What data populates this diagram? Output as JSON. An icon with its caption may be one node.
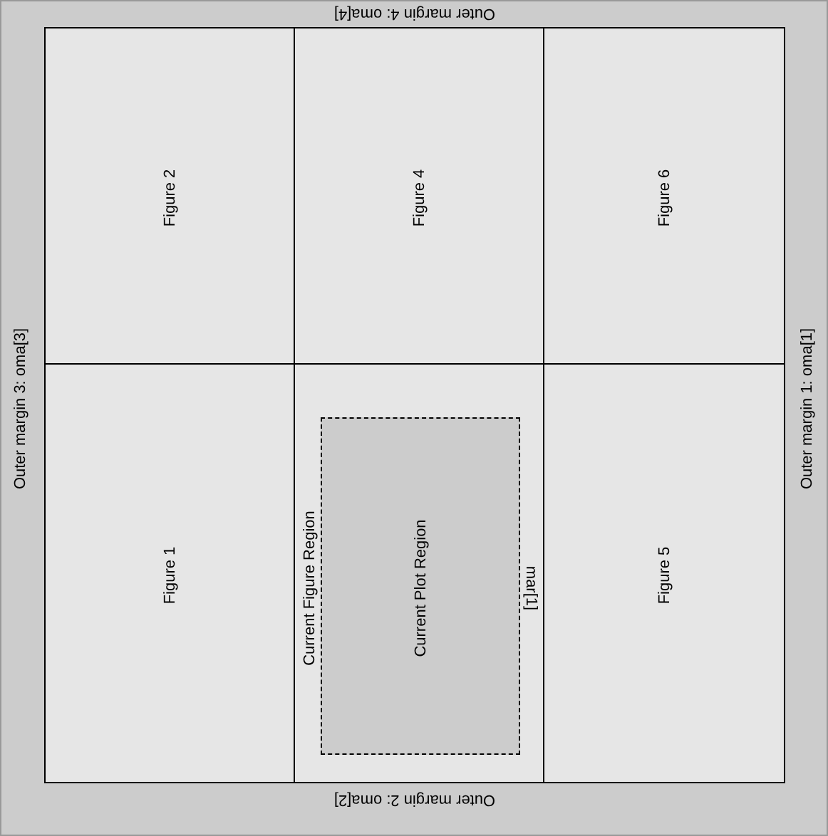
{
  "diagram": {
    "nodes": [
      {
        "text": [
          "Figure 2"
        ]
      },
      {
        "text": [
          "Figure 4"
        ]
      },
      {
        "text": [
          "Figure 6"
        ]
      },
      {
        "text": [
          "Figure 1"
        ]
      },
      {
        "text": [
          "Current Figure Region"
        ]
      },
      {
        "text": [
          "Current Plot Region"
        ],
        "in": 4
      },
      {
        "text": [
          "Figure 5"
        ]
      }
    ],
    "edges": [],
    "labels": [
      "Outer margin 4: oma[4]",
      "Outer margin 3: oma[3]",
      "Outer margin 1: oma[1]",
      "mar[1]",
      "Outer margin 2: oma[2]"
    ]
  }
}
